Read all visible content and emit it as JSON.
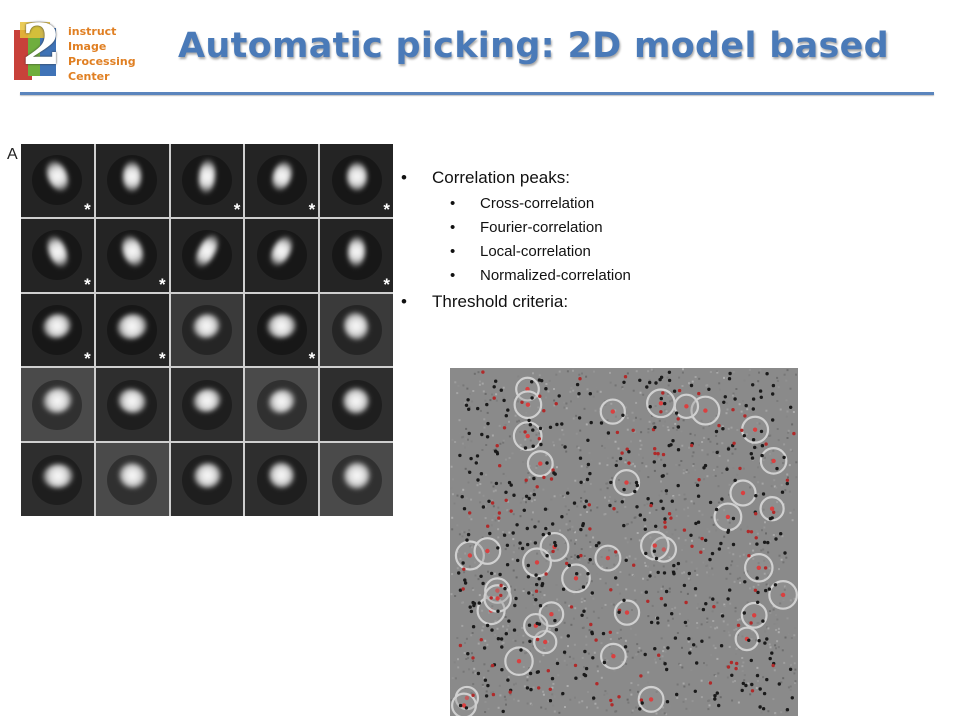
{
  "slide": {
    "title": "Automatic picking: 2D model based"
  },
  "logo": {
    "numeral": "2",
    "lines": [
      "instruct",
      "Image",
      "Processing",
      "Center"
    ]
  },
  "figure": {
    "panel_label": "A",
    "class_averages": [
      {
        "row": 0,
        "col": 0,
        "starred": true
      },
      {
        "row": 0,
        "col": 1,
        "starred": false
      },
      {
        "row": 0,
        "col": 2,
        "starred": true
      },
      {
        "row": 0,
        "col": 3,
        "starred": true
      },
      {
        "row": 0,
        "col": 4,
        "starred": true
      },
      {
        "row": 1,
        "col": 0,
        "starred": true
      },
      {
        "row": 1,
        "col": 1,
        "starred": true
      },
      {
        "row": 1,
        "col": 2,
        "starred": false
      },
      {
        "row": 1,
        "col": 3,
        "starred": false
      },
      {
        "row": 1,
        "col": 4,
        "starred": true
      },
      {
        "row": 2,
        "col": 0,
        "starred": true
      },
      {
        "row": 2,
        "col": 1,
        "starred": true
      },
      {
        "row": 2,
        "col": 2,
        "starred": false
      },
      {
        "row": 2,
        "col": 3,
        "starred": true
      },
      {
        "row": 2,
        "col": 4,
        "starred": false
      },
      {
        "row": 3,
        "col": 0,
        "starred": false
      },
      {
        "row": 3,
        "col": 1,
        "starred": false
      },
      {
        "row": 3,
        "col": 2,
        "starred": false
      },
      {
        "row": 3,
        "col": 3,
        "starred": false
      },
      {
        "row": 3,
        "col": 4,
        "starred": false
      },
      {
        "row": 4,
        "col": 0,
        "starred": false
      },
      {
        "row": 4,
        "col": 1,
        "starred": false
      },
      {
        "row": 4,
        "col": 2,
        "starred": false
      },
      {
        "row": 4,
        "col": 3,
        "starred": false
      },
      {
        "row": 4,
        "col": 4,
        "starred": false
      }
    ],
    "star_symbol": "*"
  },
  "bullets": [
    {
      "text": "Correlation peaks:",
      "level": 1
    },
    {
      "text": "Cross-correlation",
      "level": 2
    },
    {
      "text": "Fourier-correlation",
      "level": 2
    },
    {
      "text": "Local-correlation",
      "level": 2
    },
    {
      "text": "Normalized-correlation",
      "level": 2
    },
    {
      "text": "Threshold criteria:",
      "level": 1
    }
  ],
  "micrograph": {
    "background": "#8a8a8a",
    "pick_colors": {
      "accepted": "#d94040",
      "candidate": "#1a1a1a"
    }
  }
}
